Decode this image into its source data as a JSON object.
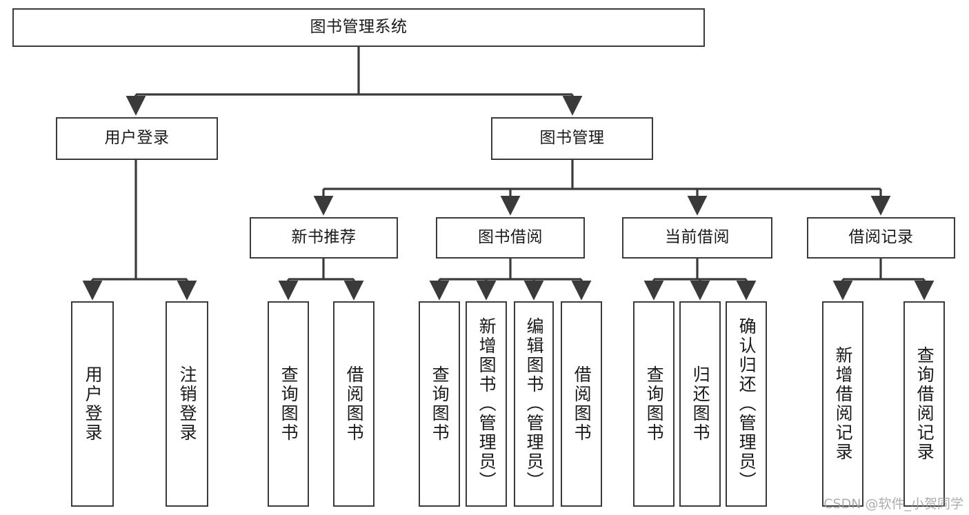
{
  "diagram": {
    "type": "tree",
    "title": "图书管理系统",
    "watermark": "CSDN @软件_小贺同学",
    "colors": {
      "box_border": "#3a3a3a",
      "box_fill": "#ffffff",
      "connector": "#3a3a3a",
      "text": "#1a1a1a",
      "watermark": "#9b9b9b"
    },
    "nodes": {
      "root": {
        "label": "图书管理系统"
      },
      "level2": [
        {
          "label": "用户登录"
        },
        {
          "label": "图书管理"
        }
      ],
      "level3": [
        {
          "label": "新书推荐"
        },
        {
          "label": "图书借阅"
        },
        {
          "label": "当前借阅"
        },
        {
          "label": "借阅记录"
        }
      ],
      "leaves": [
        {
          "label": "用户登录",
          "parent": "用户登录"
        },
        {
          "label": "注销登录",
          "parent": "用户登录"
        },
        {
          "label": "查询图书",
          "parent": "新书推荐"
        },
        {
          "label": "借阅图书",
          "parent": "新书推荐"
        },
        {
          "label": "查询图书",
          "parent": "图书借阅"
        },
        {
          "label": "新增图书（管理员）",
          "parent": "图书借阅"
        },
        {
          "label": "编辑图书（管理员）",
          "parent": "图书借阅"
        },
        {
          "label": "借阅图书",
          "parent": "图书借阅"
        },
        {
          "label": "查询图书",
          "parent": "当前借阅"
        },
        {
          "label": "归还图书",
          "parent": "当前借阅"
        },
        {
          "label": "确认归还（管理员）",
          "parent": "当前借阅"
        },
        {
          "label": "新增借阅记录",
          "parent": "借阅记录"
        },
        {
          "label": "查询借阅记录",
          "parent": "借阅记录"
        }
      ]
    }
  }
}
